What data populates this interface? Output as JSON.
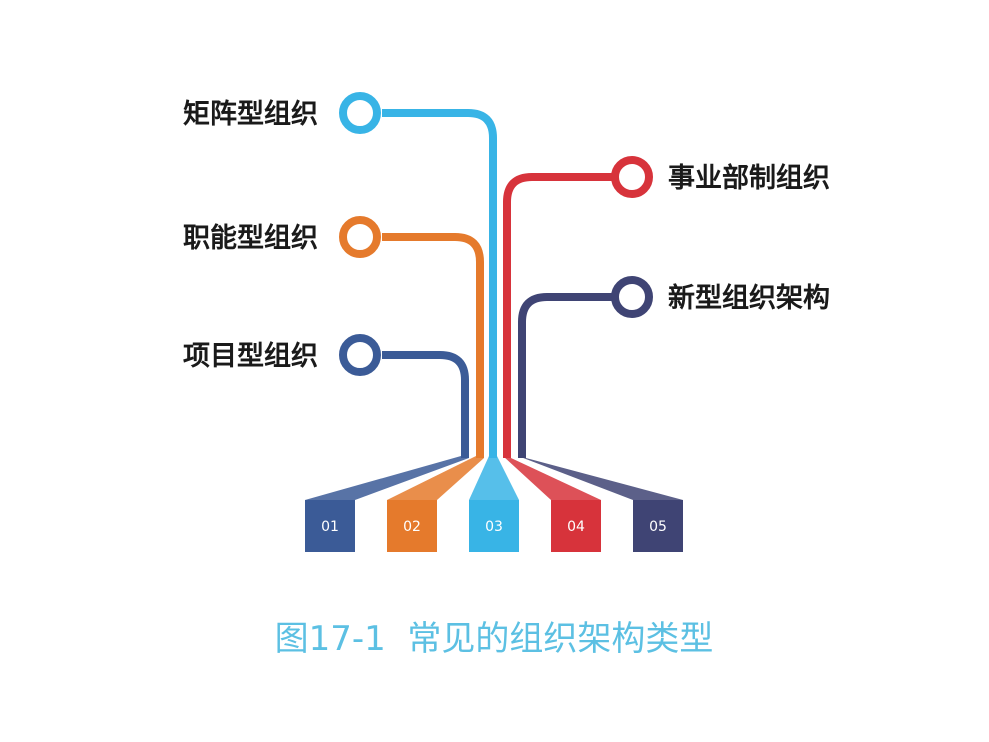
{
  "diagram": {
    "caption": "图17-1  常见的组织架构类型",
    "items": [
      {
        "number": "01",
        "label": "项目型组织",
        "color": "#3b5b97"
      },
      {
        "number": "02",
        "label": "职能型组织",
        "color": "#e57a2c"
      },
      {
        "number": "03",
        "label": "矩阵型组织",
        "color": "#38b4e6"
      },
      {
        "number": "04",
        "label": "事业部制组织",
        "color": "#d7333b"
      },
      {
        "number": "05",
        "label": "新型组织架构",
        "color": "#3f4474"
      }
    ]
  }
}
